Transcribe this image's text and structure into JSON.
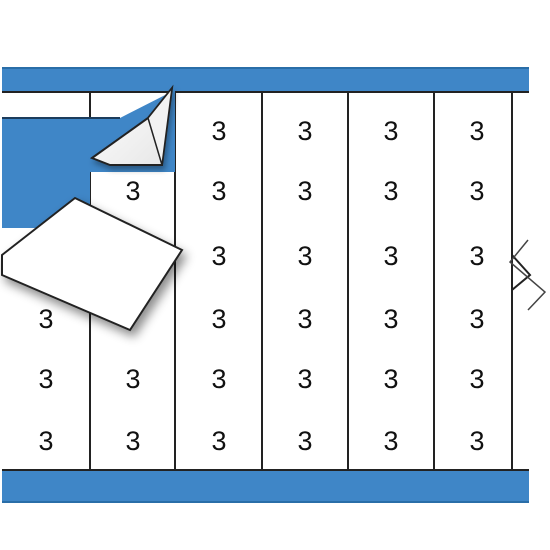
{
  "product": {
    "label_character": "3",
    "rows": 6,
    "full_columns": 5,
    "partial_columns": 2,
    "colors": {
      "backing": "#3f86c7",
      "backing_dark": "#2a6ea8",
      "label": "#ffffff",
      "outline": "#222222",
      "text": "#111111"
    }
  }
}
